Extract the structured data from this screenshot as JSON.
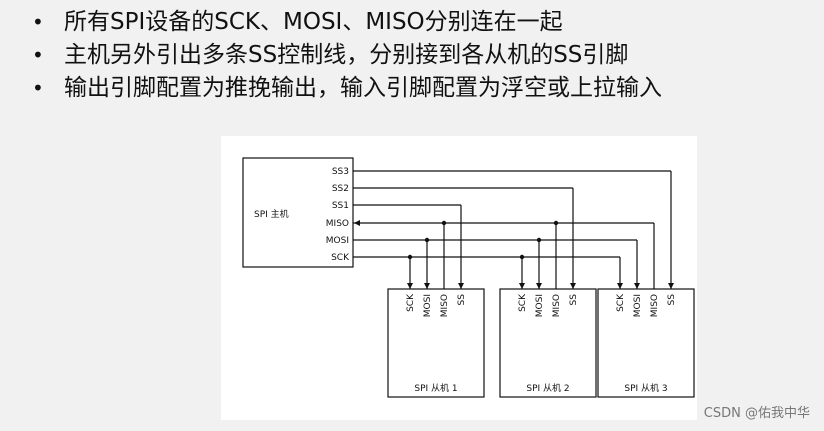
{
  "bullets": [
    "所有SPI设备的SCK、MOSI、MISO分别连在一起",
    "主机另外引出多条SS控制线，分别接到各从机的SS引脚",
    "输出引脚配置为推挽输出，输入引脚配置为浮空或上拉输入"
  ],
  "bullet_symbol": "•",
  "diagram": {
    "master_label": "SPI 主机",
    "master_pins": [
      "SS3",
      "SS2",
      "SS1",
      "MISO",
      "MOSI",
      "SCK"
    ],
    "slave_pins": [
      "SCK",
      "MOSI",
      "MISO",
      "SS"
    ],
    "slaves": [
      "SPI 从机 1",
      "SPI 从机 2",
      "SPI 从机 3"
    ]
  },
  "watermark": "CSDN @佑我中华",
  "colors": {
    "background": "#f1f1f1",
    "diagram_background": "#ffffff",
    "line": "#111111"
  }
}
